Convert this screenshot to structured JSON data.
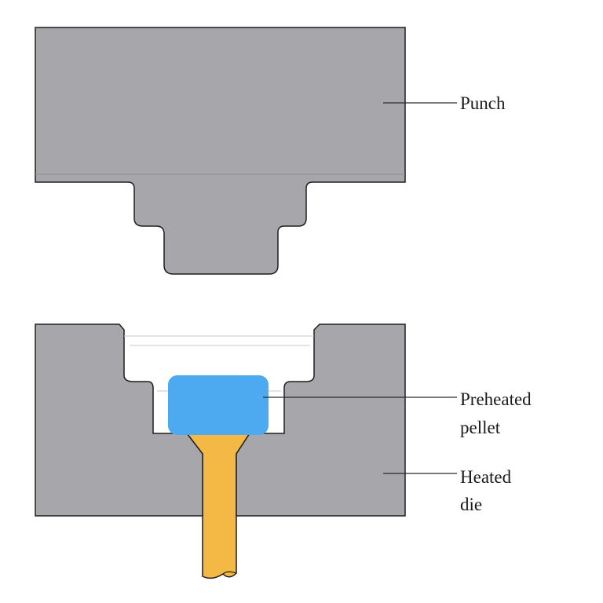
{
  "labels": {
    "punch": "Punch",
    "preheated_line1": "Preheated",
    "preheated_line2": "pellet",
    "heated_line1": "Heated",
    "heated_line2": "die"
  },
  "colors": {
    "metal": "#a7a7ab",
    "metal_edge": "#1f1f1f",
    "pellet": "#4daaf0",
    "ejector": "#f4b844",
    "cavity": "#ffffff"
  }
}
